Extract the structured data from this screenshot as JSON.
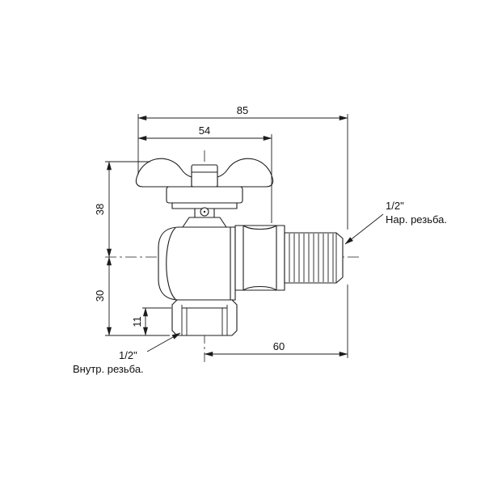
{
  "drawing": {
    "kind": "angle ball valve technical drawing",
    "dims": {
      "overall_width": "85",
      "handle_width": "54",
      "upper_height": "38",
      "lower_height": "30",
      "thread_depth": "11",
      "side_length": "60"
    },
    "labels": {
      "external_thread_size": "1/2\"",
      "external_thread_text": "Нар. резьба.",
      "internal_thread_size": "1/2\"",
      "internal_thread_text": "Внутр. резьба."
    }
  }
}
